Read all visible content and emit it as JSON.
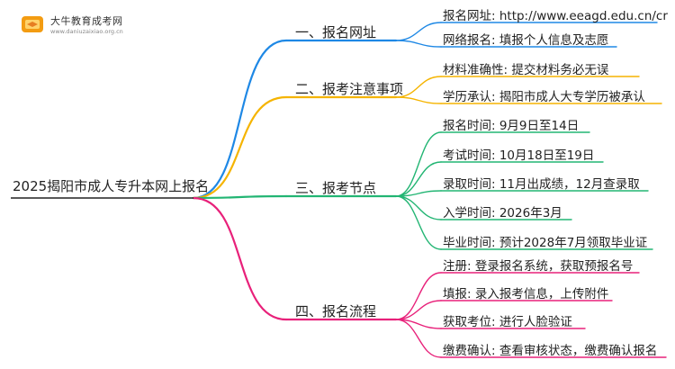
{
  "logo": {
    "title": "大牛教育成考网",
    "url": "www.daniuzaixiao.org.cn"
  },
  "root": {
    "label": "2025揭阳市成人专升本网上报名"
  },
  "colors": {
    "branch_1": "#1e88e5",
    "branch_2": "#f5b400",
    "branch_3": "#22b573",
    "branch_4": "#e8217a"
  },
  "branches": [
    {
      "label": "一、报名网址",
      "leaves": [
        "报名网址: http://www.eeagd.edu.cn/cr",
        "网络报名: 填报个人信息及志愿"
      ]
    },
    {
      "label": "二、报考注意事项",
      "leaves": [
        "材料准确性: 提交材料务必无误",
        "学历承认: 揭阳市成人大专学历被承认"
      ]
    },
    {
      "label": "三、报考节点",
      "leaves": [
        "报名时间: 9月9日至14日",
        "考试时间: 10月18日至19日",
        "录取时间: 11月出成绩，12月查录取",
        "入学时间: 2026年3月",
        "毕业时间: 预计2028年7月领取毕业证"
      ]
    },
    {
      "label": "四、报名流程",
      "leaves": [
        "注册: 登录报名系统，获取预报名号",
        "填报: 录入报考信息，上传附件",
        "获取考位: 进行人脸验证",
        "缴费确认: 查看审核状态，缴费确认报名"
      ]
    }
  ]
}
